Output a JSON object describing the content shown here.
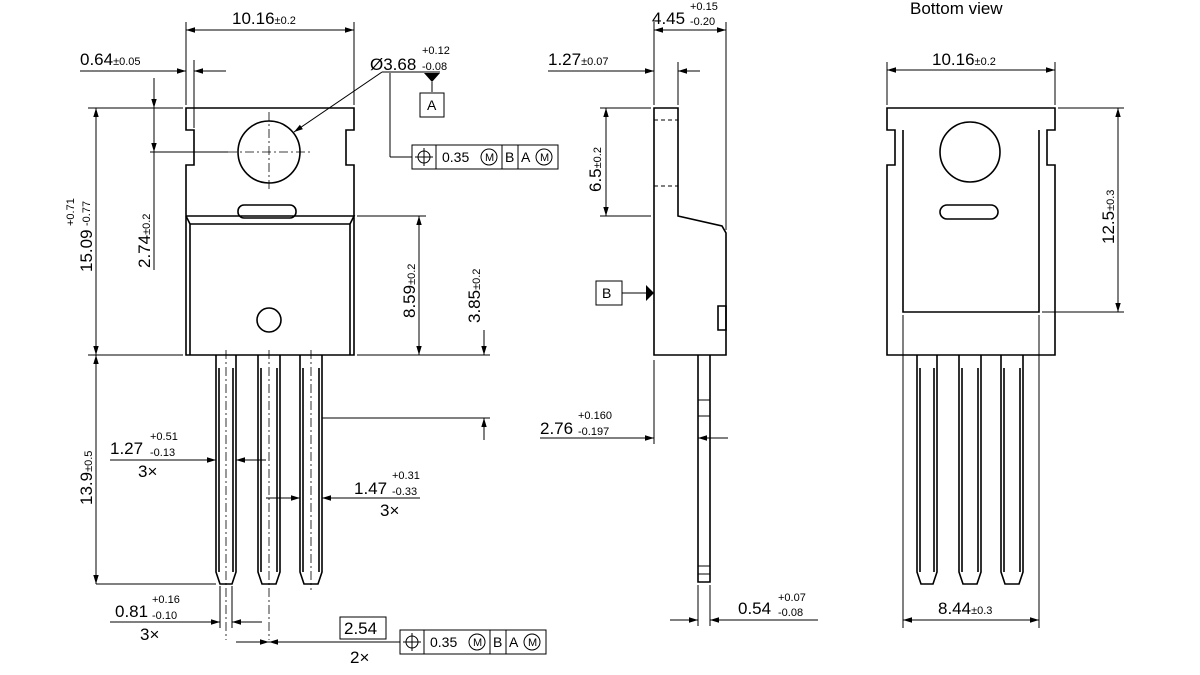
{
  "labels": {
    "bottom_view": "Bottom view",
    "top_width_main": "10.16",
    "top_width_tol": "±0.2",
    "tab_notch_main": "0.64",
    "tab_notch_tol": "±0.05",
    "hole_dia_main": "Ø3.68",
    "hole_dia_tol_up": "+0.12",
    "hole_dia_tol_dn": "-0.08",
    "datum_a": "A",
    "datum_b": "B",
    "fcf_value": "0.35",
    "fcf_m": "M",
    "fcf_b": "B",
    "fcf_a": "A",
    "height_main": "15.09",
    "height_tol_up": "+0.71",
    "height_tol_dn": "-0.77",
    "hole_pos_main": "2.74",
    "hole_pos_tol": "±0.2",
    "body_h_main": "8.59",
    "body_h_tol": "±0.2",
    "lead_bend_main": "3.85",
    "lead_bend_tol": "±0.2",
    "lead_len_main": "13.9",
    "lead_len_tol": "±0.5",
    "lead_w_main": "1.27",
    "lead_w_tol_up": "+0.51",
    "lead_w_tol_dn": "-0.13",
    "lead_w_mult": "3×",
    "lead_w2_main": "1.47",
    "lead_w2_tol_up": "+0.31",
    "lead_w2_tol_dn": "-0.33",
    "lead_w2_mult": "3×",
    "lead_tip_main": "0.81",
    "lead_tip_tol_up": "+0.16",
    "lead_tip_tol_dn": "-0.10",
    "lead_tip_mult": "3×",
    "pitch_main": "2.54",
    "pitch_mult": "2×",
    "side_w_main": "4.45",
    "side_w_tol_up": "+0.15",
    "side_w_tol_dn": "-0.20",
    "tab_t_main": "1.27",
    "tab_t_tol": "±0.07",
    "tab_h_main": "6.5",
    "tab_h_tol": "±0.2",
    "lead_off_main": "2.76",
    "lead_off_tol_up": "+0.160",
    "lead_off_tol_dn": "-0.197",
    "lead_t_main": "0.54",
    "lead_t_tol_up": "+0.07",
    "lead_t_tol_dn": "-0.08",
    "bv_width_main": "10.16",
    "bv_width_tol": "±0.2",
    "bv_h_main": "12.5",
    "bv_h_tol": "±0.3",
    "bv_span_main": "8.44",
    "bv_span_tol": "±0.3"
  }
}
